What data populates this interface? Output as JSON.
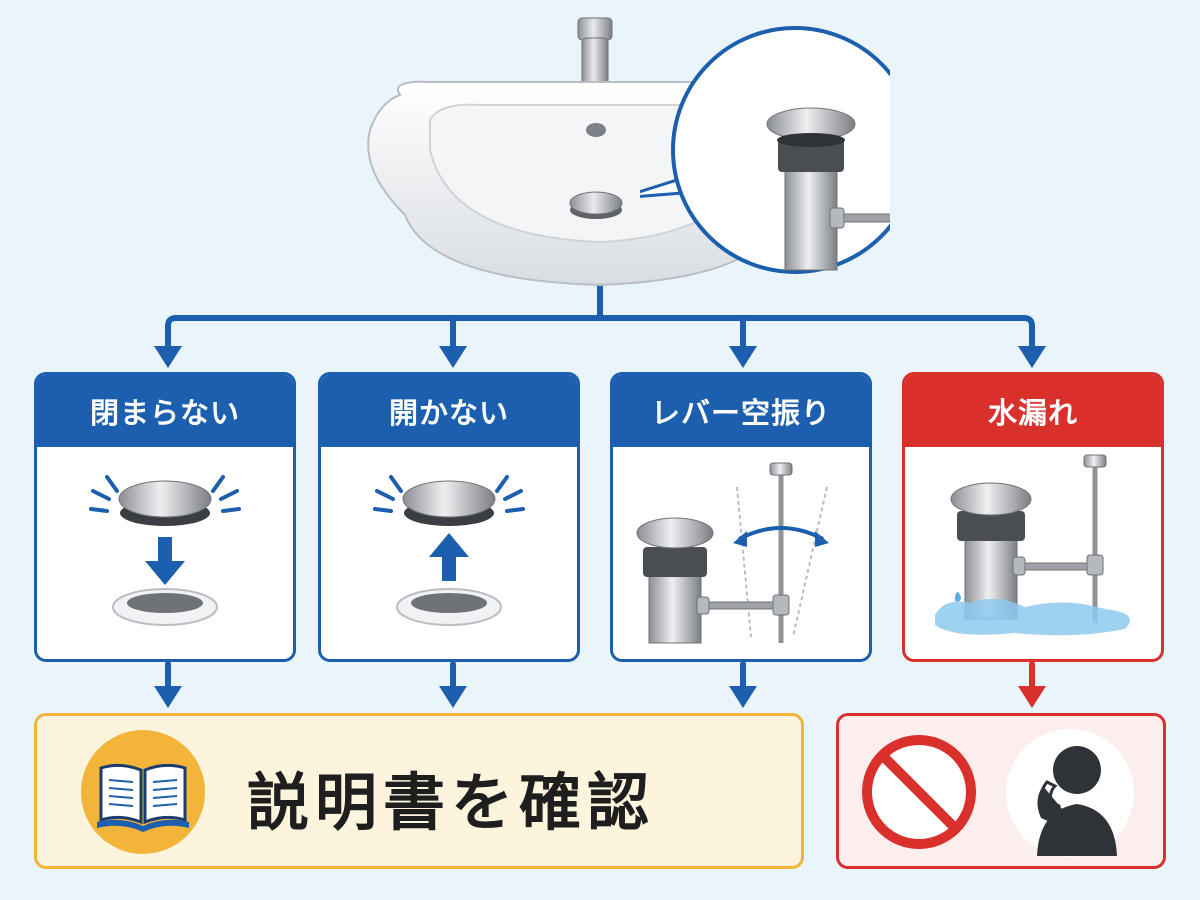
{
  "cards": [
    {
      "title": "閉まらない"
    },
    {
      "title": "開かない"
    },
    {
      "title": "レバー空振り"
    },
    {
      "title": "水漏れ"
    }
  ],
  "manual": {
    "label": "説明書を確認"
  },
  "colors": {
    "primary_blue": "#1b5fae",
    "warning_red": "#d9302c",
    "manual_border": "#f2b53a",
    "manual_bg": "#fdf4dd",
    "background": "#eaf4fb"
  },
  "icons": {
    "sink": "washbasin-icon",
    "zoom": "drain-mechanism-zoom-icon",
    "manual": "open-book-icon",
    "prohibited": "prohibition-icon",
    "contact": "person-on-phone-icon"
  }
}
